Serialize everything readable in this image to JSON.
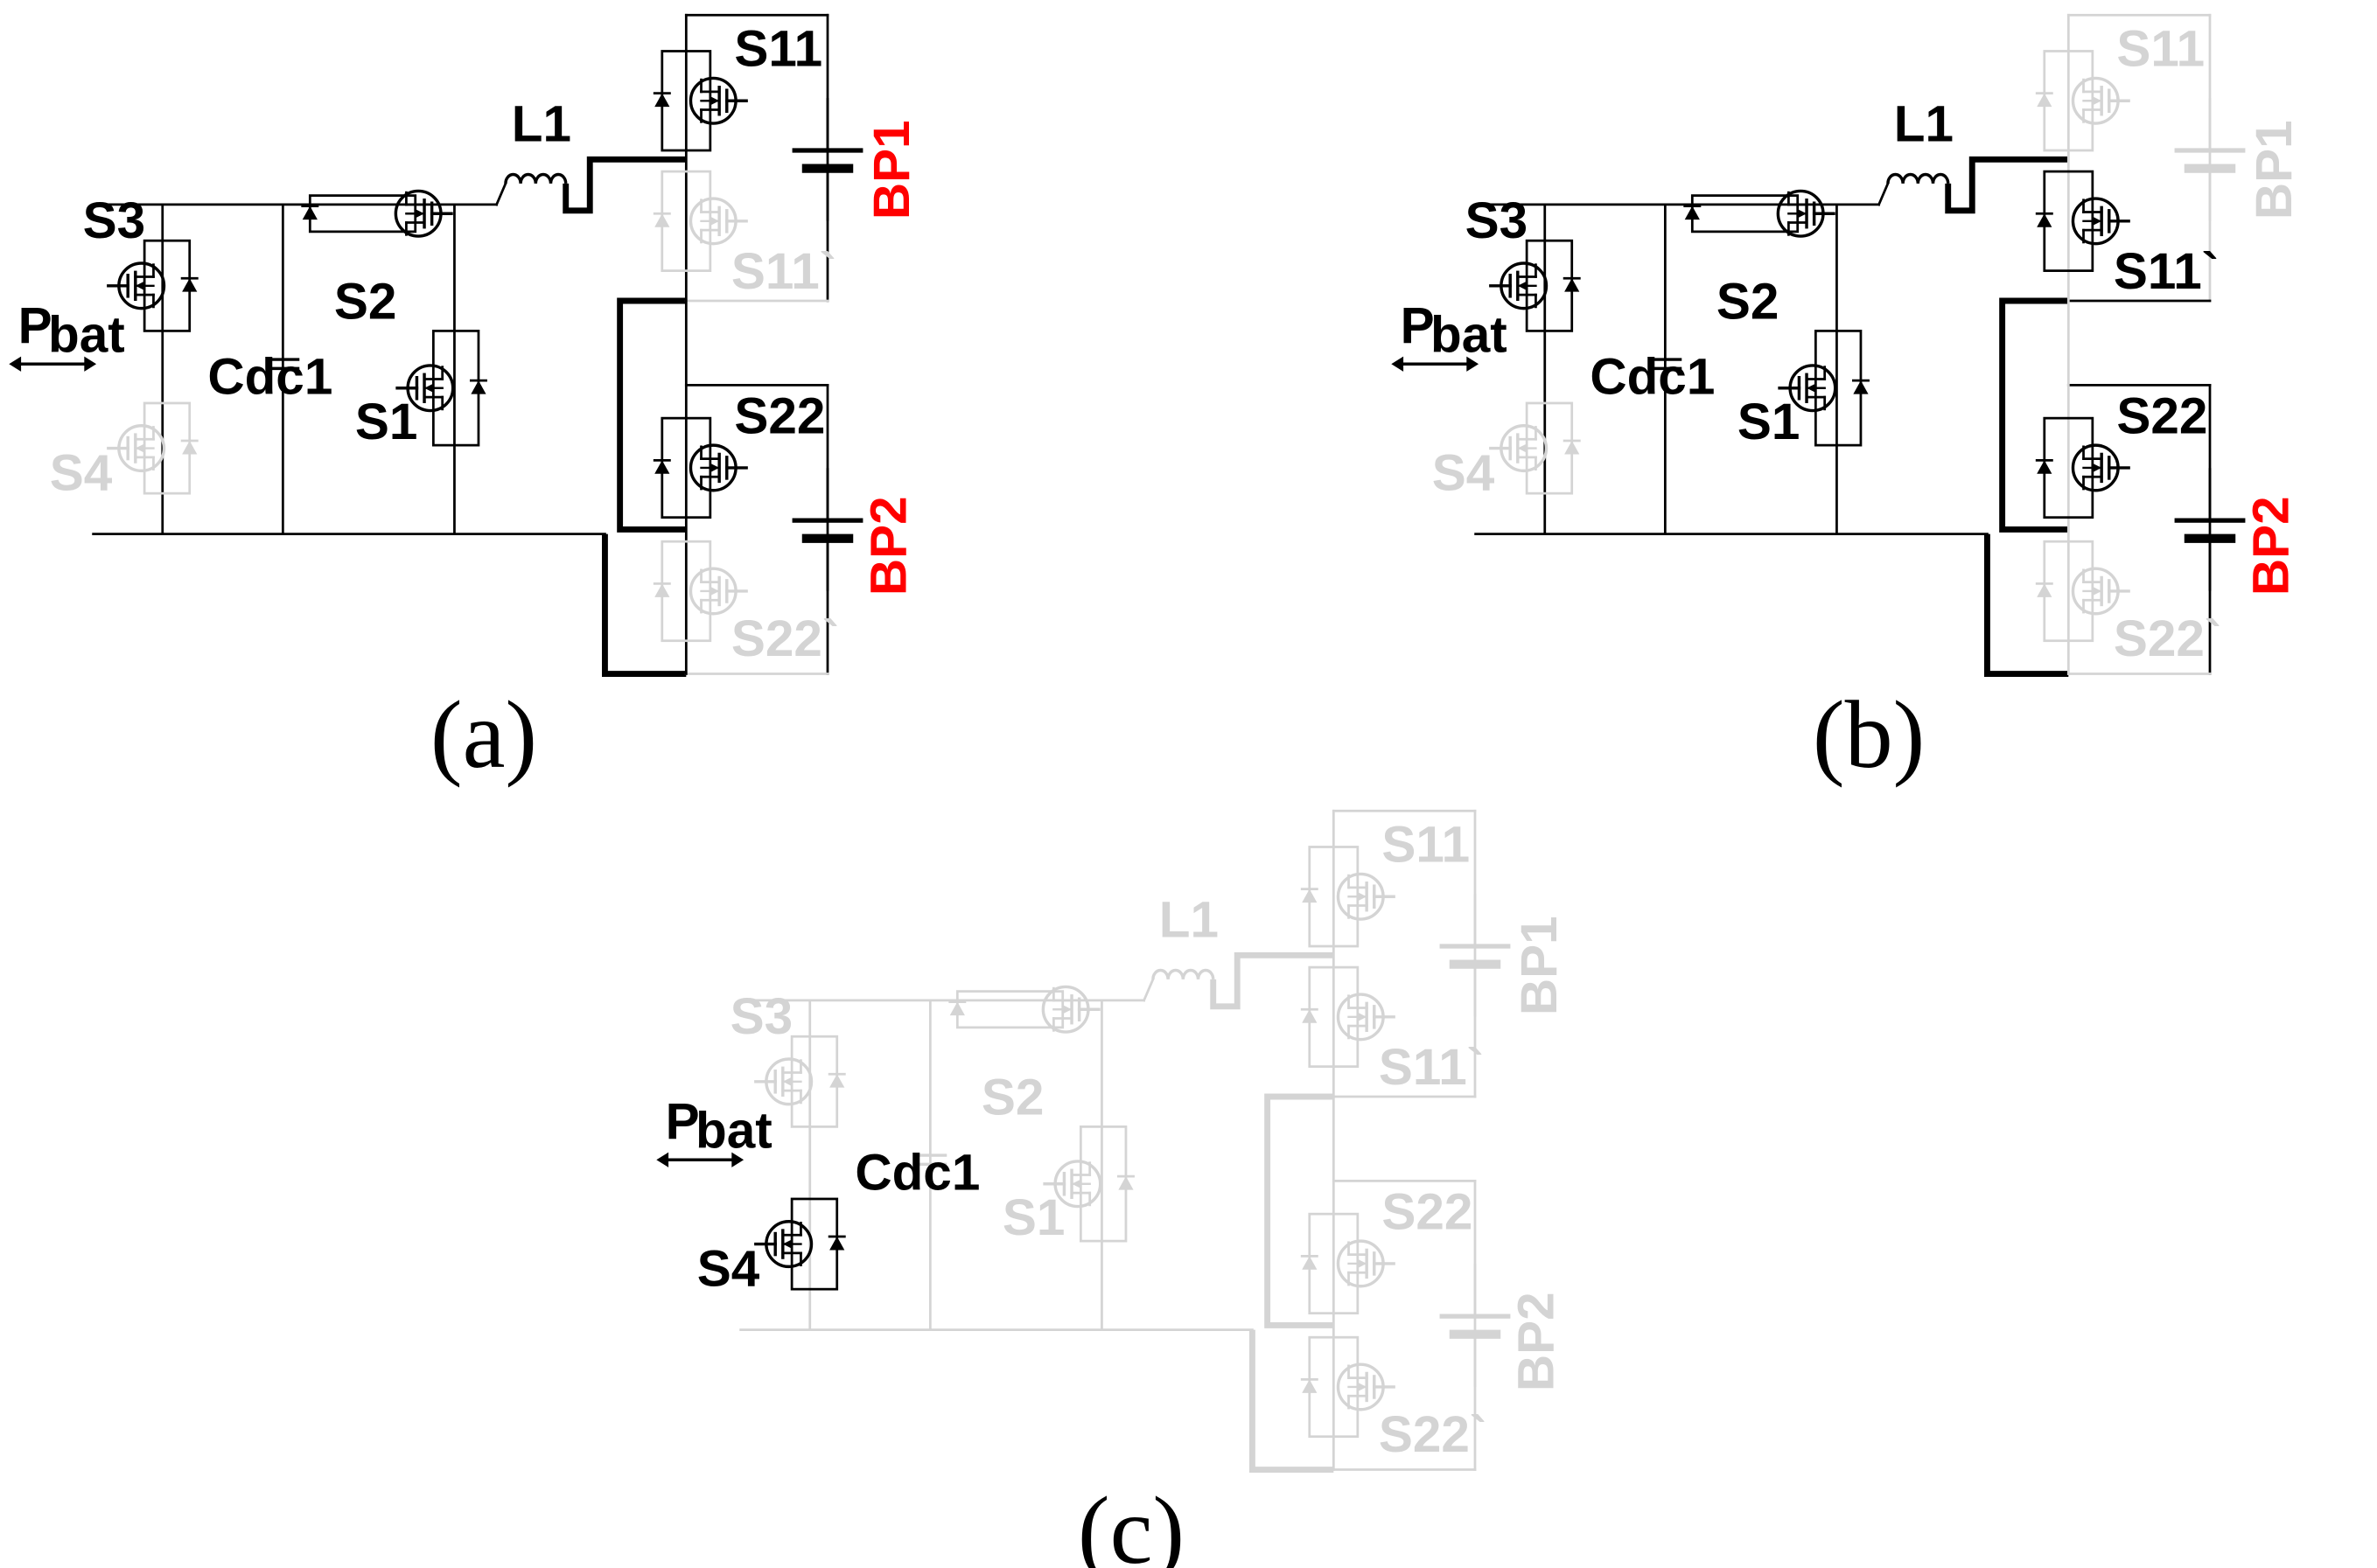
{
  "colors": {
    "active": "#000000",
    "inactive": "#d4d4d4",
    "battery_label": "#ff0000",
    "background": "#ffffff"
  },
  "panels": [
    {
      "caption": "(a)",
      "labels": {
        "S3": "S3",
        "S4": "S4",
        "S2": "S2",
        "S1": "S1",
        "L1": "L1",
        "Cdc1": "Cdc1",
        "S11": "S11",
        "S11p": "S11`",
        "S22": "S22",
        "S22p": "S22`",
        "BP1": "BP1",
        "BP2": "BP2",
        "P": "P",
        "bat": "bat"
      }
    },
    {
      "caption": "(b)",
      "labels": {
        "S3": "S3",
        "S4": "S4",
        "S2": "S2",
        "S1": "S1",
        "L1": "L1",
        "Cdc1": "Cdc1",
        "S11": "S11",
        "S11p": "S11`",
        "S22": "S22",
        "S22p": "S22`",
        "BP1": "BP1",
        "BP2": "BP2",
        "P": "P",
        "bat": "bat"
      }
    },
    {
      "caption": "(c)",
      "labels": {
        "S3": "S3",
        "S4": "S4",
        "S2": "S2",
        "S1": "S1",
        "L1": "L1",
        "Cdc1": "Cdc1",
        "S11": "S11",
        "S11p": "S11`",
        "S22": "S22",
        "S22p": "S22`",
        "BP1": "BP1",
        "BP2": "BP2",
        "P": "P",
        "bat": "bat"
      }
    }
  ],
  "active_elements": [
    [
      "S3",
      "S2",
      "S1",
      "L1",
      "Cdc1",
      "S11",
      "BP1",
      "S22",
      "BP2",
      "pbat",
      "pathA",
      "wiresLeft"
    ],
    [
      "S3",
      "S2",
      "S1",
      "L1",
      "Cdc1",
      "S11p",
      "S22",
      "BP2",
      "pbat",
      "pathB",
      "wiresLeft"
    ],
    [
      "S4",
      "pbat",
      "Cdc1label"
    ]
  ]
}
